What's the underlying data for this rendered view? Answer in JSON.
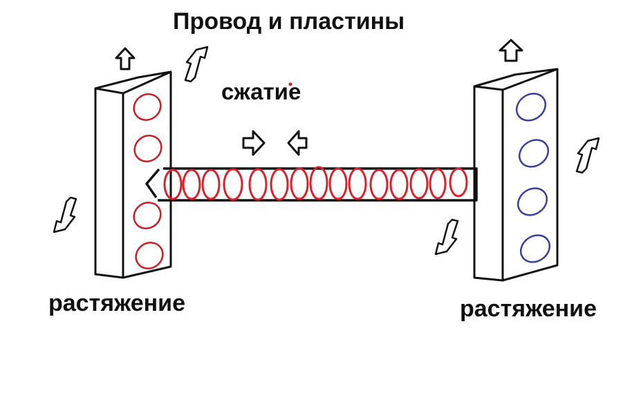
{
  "diagram": {
    "title": "Провод и пластины",
    "compression_label": "сжатие",
    "left_tension_label": "растяжение",
    "right_tension_label": "растяжение"
  },
  "colors": {
    "outline": "#111111",
    "left_plate_loops": "#c81e24",
    "wire_loops": "#d9232b",
    "right_plate_loops": "#3a3f9e"
  },
  "icons": {
    "up_arrow": "up-arrow-icon",
    "right_arrow": "right-arrow-icon",
    "left_arrow": "left-arrow-icon",
    "diagonal_arrow": "diagonal-arrow-icon"
  }
}
